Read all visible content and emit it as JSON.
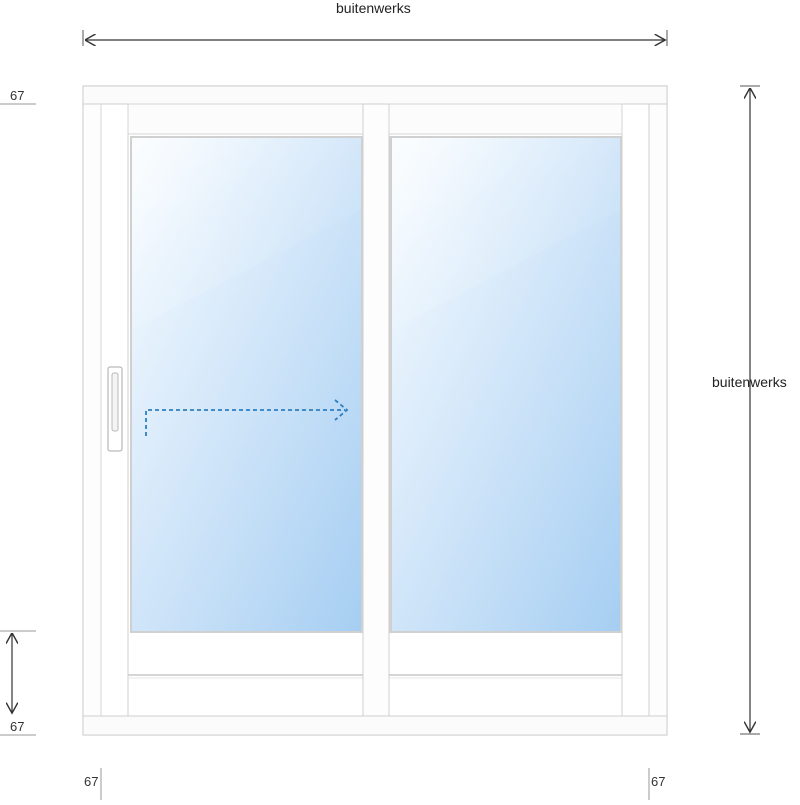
{
  "dimensions": {
    "top_width_label": "buitenwerks",
    "right_height_label": "buitenwerks",
    "frame_top_label": "67",
    "frame_bottom_label": "67",
    "frame_left_label": "67",
    "frame_right_label": "67"
  },
  "colors": {
    "frame": "#ffffff",
    "frame_stroke": "#cfcfcf",
    "glass_top": "#f4f9ff",
    "glass_bottom": "#a8d0f3",
    "arrow": "#2d7fc1",
    "dimension_line": "#333333"
  },
  "icons": {
    "handle": "handle-icon",
    "slide_arrow": "arrow-right-icon"
  }
}
